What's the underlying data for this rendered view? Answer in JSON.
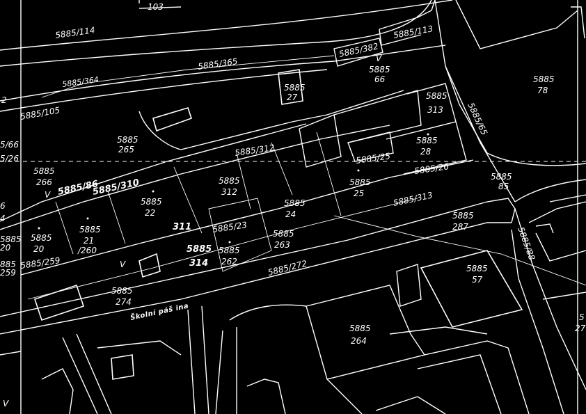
{
  "map": {
    "street_name": "Školní páš ina",
    "parcels": [
      {
        "id": "p103",
        "text": "103"
      },
      {
        "id": "p5885_114",
        "text": "5885/114"
      },
      {
        "id": "p5885_365",
        "text": "5885/365"
      },
      {
        "id": "p5885_364",
        "text": "5885/364"
      },
      {
        "id": "p5885_105",
        "text": "5885/105"
      },
      {
        "id": "p5885_113",
        "text": "5885/113"
      },
      {
        "id": "p5885_382",
        "text": "5885/382"
      },
      {
        "id": "p5885_66_top",
        "text": "5885"
      },
      {
        "id": "p5885_66_bot",
        "text": "66"
      },
      {
        "id": "p5885_27_top",
        "text": "5885"
      },
      {
        "id": "p5885_27_bot",
        "text": "27"
      },
      {
        "id": "p5885_78_top",
        "text": "5885"
      },
      {
        "id": "p5885_78_bot",
        "text": "78"
      },
      {
        "id": "p5885_313a_top",
        "text": "5885"
      },
      {
        "id": "p5885_313a_bot",
        "text": "313"
      },
      {
        "id": "p5885_65",
        "text": "5885/65"
      },
      {
        "id": "p5885_265_top",
        "text": "5885"
      },
      {
        "id": "p5885_265_bot",
        "text": "265"
      },
      {
        "id": "p5885_312b",
        "text": "5885/312"
      },
      {
        "id": "p5885_28_top",
        "text": "5885"
      },
      {
        "id": "p5885_28_bot",
        "text": "28"
      },
      {
        "id": "p5885_25b",
        "text": "5885/25"
      },
      {
        "id": "p5885_26",
        "text": "5885/26"
      },
      {
        "id": "p5885_85_top",
        "text": "5885"
      },
      {
        "id": "p5885_85_bot",
        "text": "85"
      },
      {
        "id": "p5885_266_top",
        "text": "5885"
      },
      {
        "id": "p5885_266_bot",
        "text": "266"
      },
      {
        "id": "p5885_86",
        "text": "5885/86"
      },
      {
        "id": "p5885_310",
        "text": "5885/310"
      },
      {
        "id": "p5885_312_top",
        "text": "5885"
      },
      {
        "id": "p5885_312_bot",
        "text": "312"
      },
      {
        "id": "p5885_25_top",
        "text": "5885"
      },
      {
        "id": "p5885_25_bot",
        "text": "25"
      },
      {
        "id": "p5885_313",
        "text": "5885/313"
      },
      {
        "id": "p5885_22_top",
        "text": "5885"
      },
      {
        "id": "p5885_22_bot",
        "text": "22"
      },
      {
        "id": "p5885_24_top",
        "text": "5885"
      },
      {
        "id": "p5885_24_bot",
        "text": "24"
      },
      {
        "id": "p5885_287_top",
        "text": "5885"
      },
      {
        "id": "p5885_287_bot",
        "text": "287"
      },
      {
        "id": "p311",
        "text": "311"
      },
      {
        "id": "p5885_23",
        "text": "5885/23"
      },
      {
        "id": "p5885_263_top",
        "text": "5885"
      },
      {
        "id": "p5885_263_bot",
        "text": "263"
      },
      {
        "id": "p5885_21_top",
        "text": "5885"
      },
      {
        "id": "p5885_21_mid",
        "text": "21"
      },
      {
        "id": "p5885_21_bot",
        "text": "/260"
      },
      {
        "id": "p5885_20_top",
        "text": "5885"
      },
      {
        "id": "p5885_20_bot",
        "text": "20"
      },
      {
        "id": "p5885_314_top",
        "text": "5885"
      },
      {
        "id": "p5885_314_bot",
        "text": "314"
      },
      {
        "id": "p5885_262_top",
        "text": "5885"
      },
      {
        "id": "p5885_262_bot",
        "text": "262"
      },
      {
        "id": "p5885_88",
        "text": "5885/88"
      },
      {
        "id": "p5885_57_top",
        "text": "5885"
      },
      {
        "id": "p5885_57_bot",
        "text": "57"
      },
      {
        "id": "p5885_259",
        "text": "5885/259"
      },
      {
        "id": "p5885_272",
        "text": "5885/272"
      },
      {
        "id": "p5885_274_top",
        "text": "5885"
      },
      {
        "id": "p5885_274_bot",
        "text": "274"
      },
      {
        "id": "p5885_264_top",
        "text": "5885"
      },
      {
        "id": "p5885_264_bot",
        "text": "264"
      },
      {
        "id": "p5885_left_top",
        "text": "5885"
      },
      {
        "id": "p5885_left_bot",
        "text": "20"
      },
      {
        "id": "p5885_left2_top",
        "text": "885"
      },
      {
        "id": "p5885_left2_bot",
        "text": "259"
      },
      {
        "id": "p_edge_66",
        "text": "5/66"
      },
      {
        "id": "p_edge_26",
        "text": "5/26"
      },
      {
        "id": "p_edge_2",
        "text": "2"
      },
      {
        "id": "p_edge_6",
        "text": "6"
      },
      {
        "id": "p_edge_4",
        "text": "4"
      },
      {
        "id": "p_edge_right_top",
        "text": "5"
      },
      {
        "id": "p_edge_right_bot",
        "text": "27"
      }
    ]
  }
}
